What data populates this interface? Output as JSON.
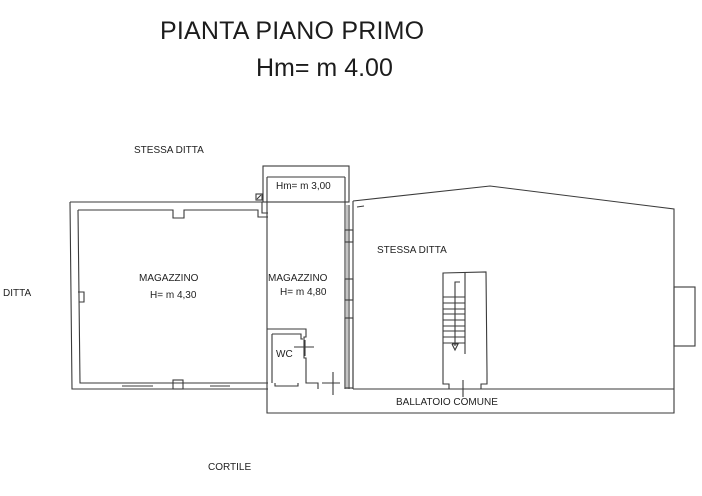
{
  "header": {
    "title": "PIANTA PIANO PRIMO",
    "height": "Hm= m 4.00"
  },
  "labels": {
    "stessa_ditta_top": "STESSA DITTA",
    "ditta_left": "DITTA",
    "magazzino_1_name": "MAGAZZINO",
    "magazzino_1_height": "H= m 4,30",
    "magazzino_2_name": "MAGAZZINO",
    "magazzino_2_height": "H= m 4,80",
    "annex_height": "Hm= m 3,00",
    "wc": "WC",
    "stessa_ditta_right": "STESSA DITTA",
    "ballatoio": "BALLATOIO COMUNE",
    "cortile": "CORTILE"
  },
  "colors": {
    "line": "#3a3a3a",
    "background": "#ffffff"
  }
}
